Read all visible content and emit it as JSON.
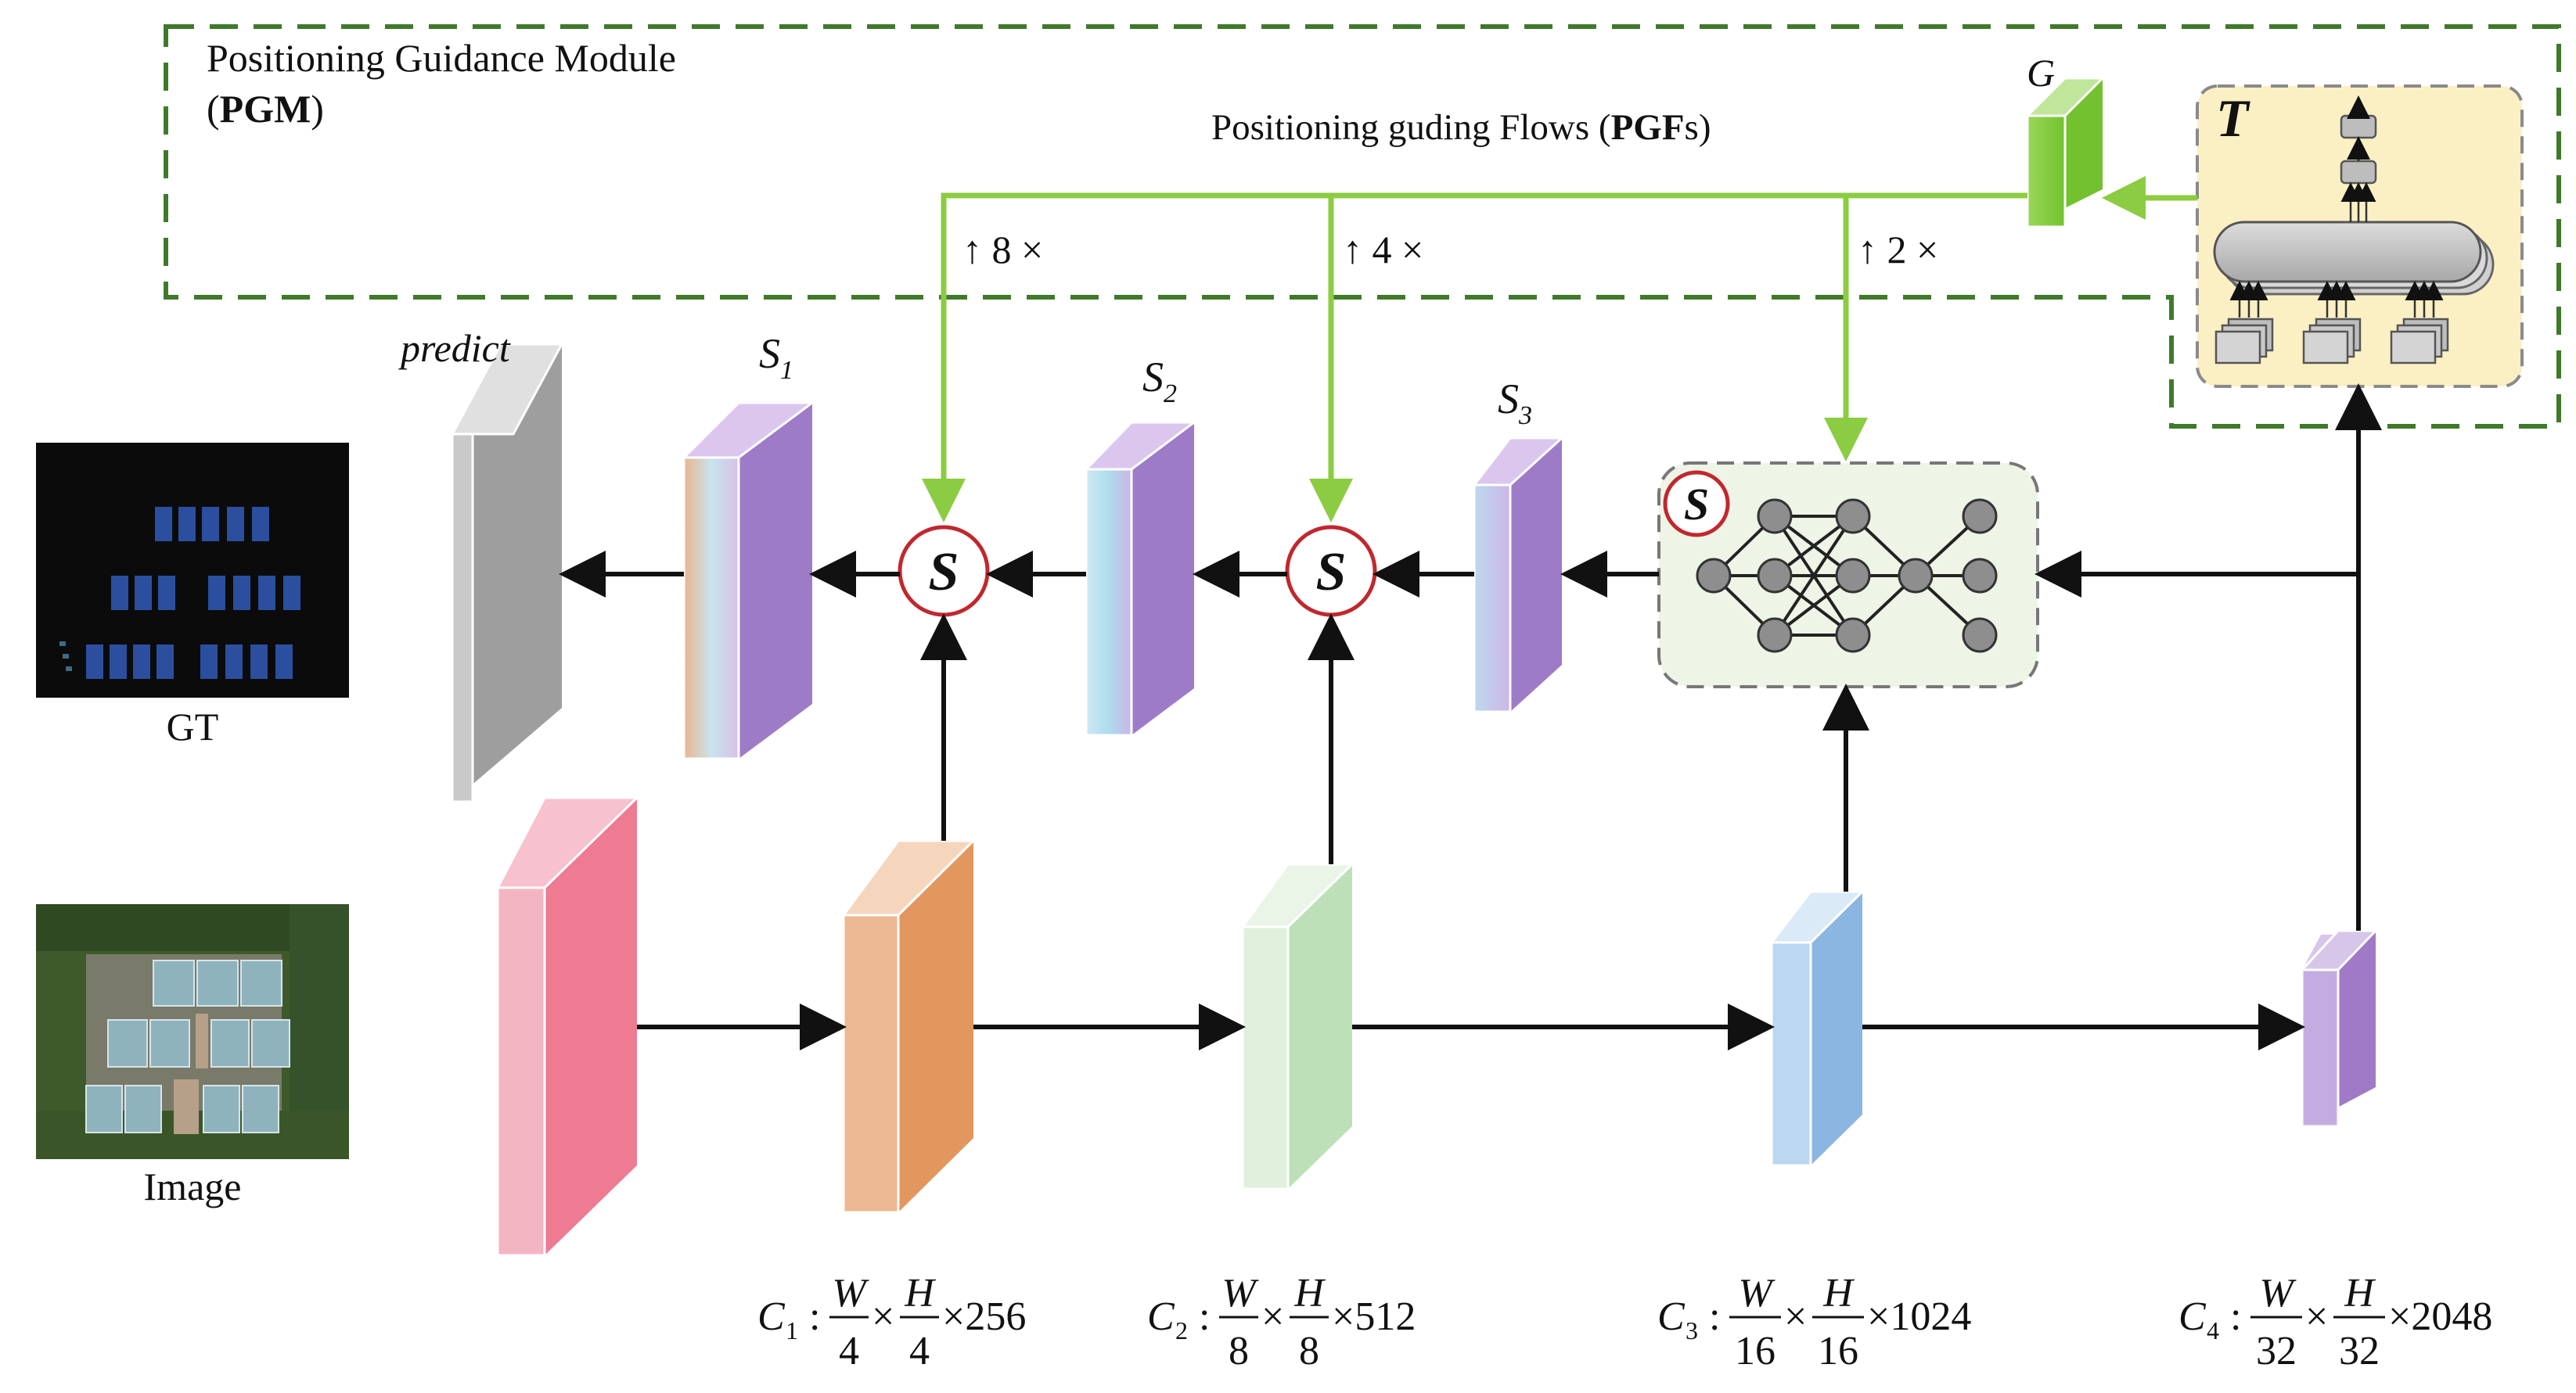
{
  "module": {
    "title_line1": "Positioning Guidance Module",
    "title_line2_open": "(",
    "title_line2_bold": "PGM",
    "title_line2_close": ")",
    "flows_text": "Positioning guding Flows (",
    "flows_bold": "PGF",
    "flows_tail": "s)",
    "g_label": "G",
    "t_label": "T",
    "colors": {
      "dash": "#3f7a2a",
      "flow": "#8ccc42",
      "t_panel": "#fbf0c3"
    }
  },
  "upsample": {
    "x8": "↑ 8 ×",
    "x4": "↑ 4 ×",
    "x2": "↑ 2 ×"
  },
  "side_labels": {
    "predict": "predict",
    "s1": "S",
    "s1_sub": "1",
    "s2": "S",
    "s2_sub": "2",
    "s3": "S",
    "s3_sub": "3",
    "s_symbol": "S"
  },
  "images": {
    "gt_caption": "GT",
    "image_caption": "Image"
  },
  "features": [
    {
      "name": "C",
      "sub": "1",
      "w_den": "4",
      "h_den": "4",
      "channels": "256"
    },
    {
      "name": "C",
      "sub": "2",
      "w_den": "8",
      "h_den": "8",
      "channels": "512"
    },
    {
      "name": "C",
      "sub": "3",
      "w_den": "16",
      "h_den": "16",
      "channels": "1024"
    },
    {
      "name": "C",
      "sub": "4",
      "w_den": "32",
      "h_den": "32",
      "channels": "2048"
    }
  ],
  "formula": {
    "w": "W",
    "h": "H",
    "colon": ":",
    "times": "×"
  }
}
